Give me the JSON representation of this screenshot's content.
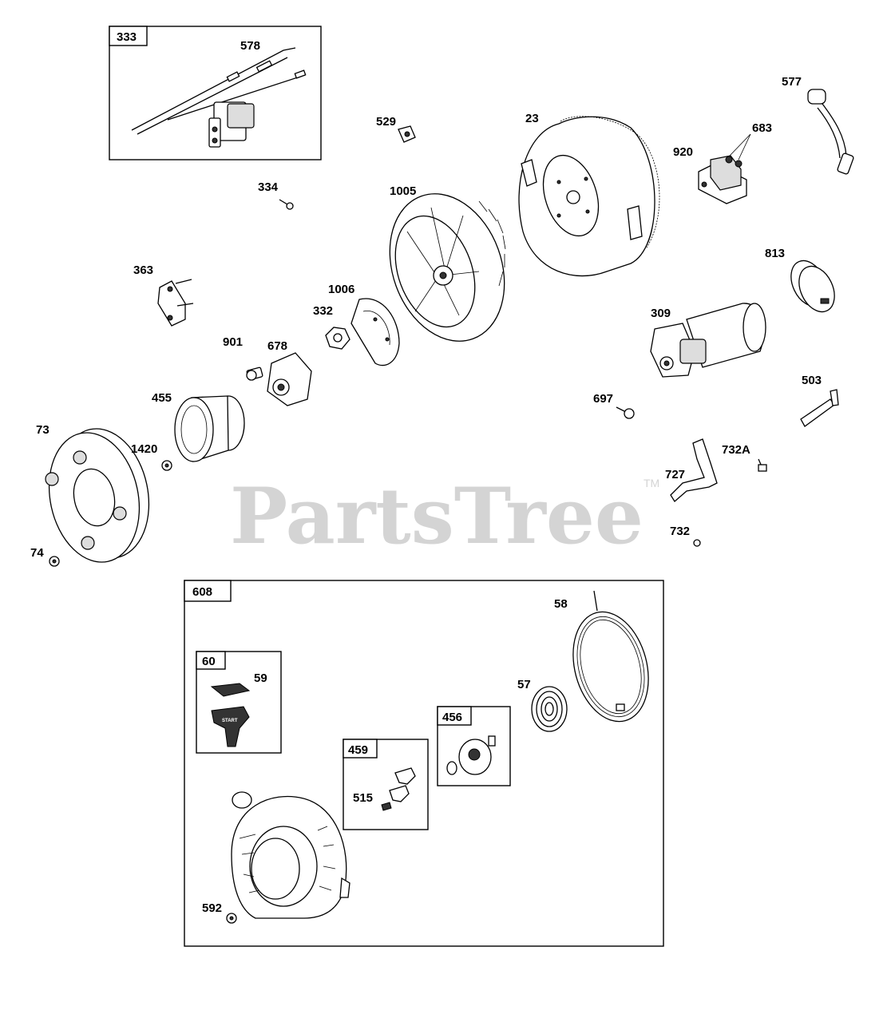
{
  "watermark": {
    "text": "PartsTree",
    "trademark": "TM"
  },
  "parts": {
    "p333": "333",
    "p578": "578",
    "p529": "529",
    "p23": "23",
    "p577": "577",
    "p683": "683",
    "p920": "920",
    "p334": "334",
    "p1005": "1005",
    "p813": "813",
    "p363": "363",
    "p1006": "1006",
    "p309": "309",
    "p332": "332",
    "p678": "678",
    "p901": "901",
    "p455": "455",
    "p503": "503",
    "p697": "697",
    "p73": "73",
    "p1420": "1420",
    "p732A": "732A",
    "p727": "727",
    "p732": "732",
    "p74": "74",
    "p608": "608",
    "p58": "58",
    "p60": "60",
    "p59": "59",
    "p57": "57",
    "p456": "456",
    "p459": "459",
    "p515": "515",
    "p592": "592"
  },
  "handle_text": "START"
}
